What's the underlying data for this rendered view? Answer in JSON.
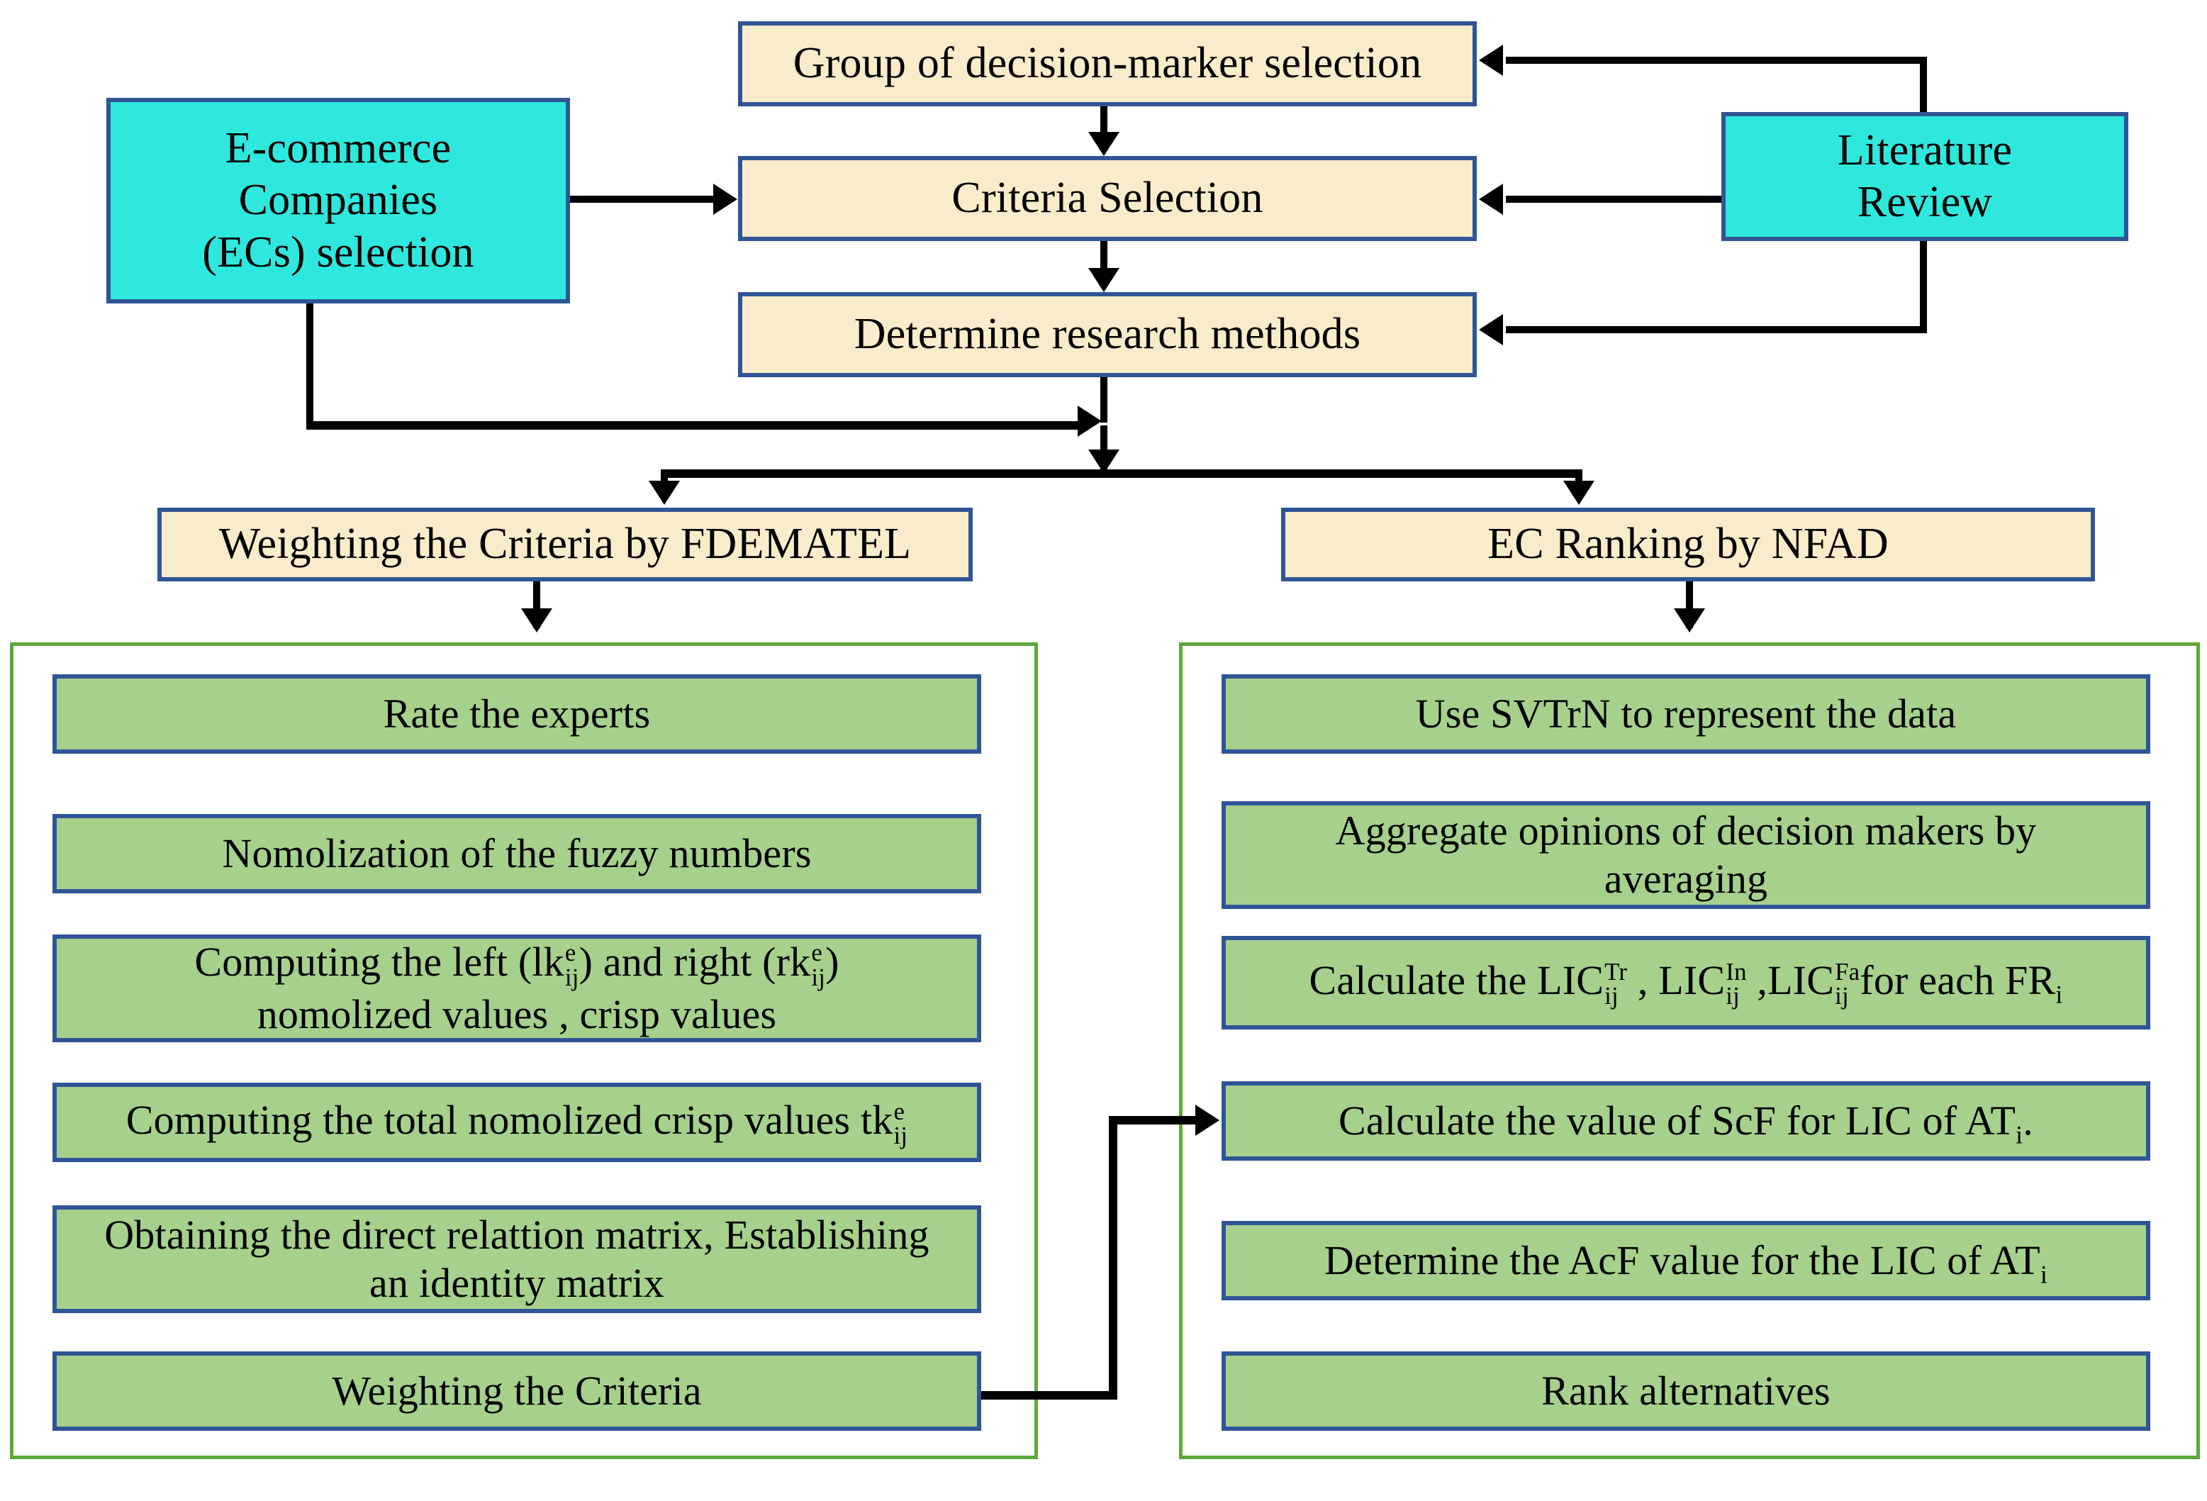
{
  "diagram": {
    "title": "Research methodology flowchart: FDEMATEL criteria weighting and NFAD e-commerce company ranking",
    "colors": {
      "cyan_fill": "#2FE8DD",
      "cream_fill": "#F9ECCB",
      "green_fill": "#A7D08C",
      "node_border": "#2F5597",
      "group_border": "#5FA83C",
      "connector": "#000000",
      "text": "#000000"
    }
  },
  "inputs": {
    "ec_selection": "E-commerce Companies\n(ECs) selection",
    "ec_selection_line1": "E-commerce Companies",
    "ec_selection_line2": "(ECs) selection",
    "literature_review_line1": "Literature",
    "literature_review_line2": "Review"
  },
  "setup_steps": [
    {
      "id": "dm-selection",
      "label": "Group of decision-marker selection"
    },
    {
      "id": "criteria-selection",
      "label": "Criteria Selection"
    },
    {
      "id": "research-methods",
      "label": "Determine research methods"
    }
  ],
  "branches": [
    {
      "id": "fdematel",
      "label": "Weighting the Criteria by FDEMATEL"
    },
    {
      "id": "nfad",
      "label": "EC Ranking by NFAD"
    }
  ],
  "fdematel_steps": [
    {
      "id": "rate-experts",
      "lines": [
        "Rate the experts"
      ]
    },
    {
      "id": "normalize-fuzzy",
      "lines": [
        "Nomolization of the fuzzy numbers"
      ]
    },
    {
      "id": "left-right-values",
      "lines": [
        "Computing the left (lkᵉᵢⱼ) and right (rkᵉᵢⱼ)",
        "nomolized values , crisp values"
      ],
      "plain": "Computing the left (lk^e_ij) and right (rk^e_ij) nomolized values , crisp values"
    },
    {
      "id": "total-crisp",
      "lines": [
        "Computing the total nomolized crisp values tkᵉᵢⱼ"
      ],
      "plain": "Computing the total nomolized crisp values tk^e_ij"
    },
    {
      "id": "direct-relation-matrix",
      "lines": [
        "Obtaining the direct relattion matrix, Establishing",
        "an identity matrix"
      ]
    },
    {
      "id": "weighting-criteria",
      "lines": [
        "Weighting the Criteria"
      ]
    }
  ],
  "nfad_steps": [
    {
      "id": "svtrn-represent",
      "lines": [
        "Use SVTrN to represent the data"
      ]
    },
    {
      "id": "aggregate-opinions",
      "lines": [
        "Aggregate opinions of decision makers by",
        "averaging"
      ]
    },
    {
      "id": "calculate-lic",
      "lines": [
        "Calculate the LICᵀʳᵢⱼ , LICᴵⁿᵢⱼ ,LICᶠᵃᵢⱼ for each FRᵢ"
      ],
      "plain": "Calculate the LIC^Tr_ij , LIC^In_ij ,LIC^Fa_ij for each FR_i"
    },
    {
      "id": "calculate-scf",
      "lines": [
        "Calculate the value of ScF for LIC of ATᵢ."
      ],
      "plain": "Calculate the value of ScF for LIC of AT_i."
    },
    {
      "id": "determine-acf",
      "lines": [
        "Determine the AcF value for the LIC of ATᵢ"
      ],
      "plain": "Determine the AcF value for the LIC of AT_i"
    },
    {
      "id": "rank-alternatives",
      "lines": [
        "Rank alternatives"
      ]
    }
  ],
  "labels": {
    "computing_left_right": {
      "a": "Computing the left (lk",
      "sup1": "e",
      "sub1": "ij",
      "b": ") and right (rk",
      "sup2": "e",
      "sub2": "ij",
      "c": ")",
      "line2": "nomolized values , crisp values"
    },
    "total_crisp": {
      "a": "Computing the total nomolized crisp values tk",
      "sup": "e",
      "sub": "ij"
    },
    "calculate_lic": {
      "a": "Calculate the LIC",
      "sup1": "Tr",
      "sub1": "ij",
      "b": " , LIC",
      "sup2": "In",
      "sub2": "ij",
      "c": " ,LIC",
      "sup3": "Fa",
      "sub3": "ij",
      "d": "for each FR",
      "sub4": "i"
    },
    "calculate_scf": {
      "a": "Calculate the value of ScF for LIC of AT",
      "sub": "i",
      "b": "."
    },
    "determine_acf": {
      "a": "Determine the AcF value for the LIC of AT",
      "sub": "i"
    }
  }
}
